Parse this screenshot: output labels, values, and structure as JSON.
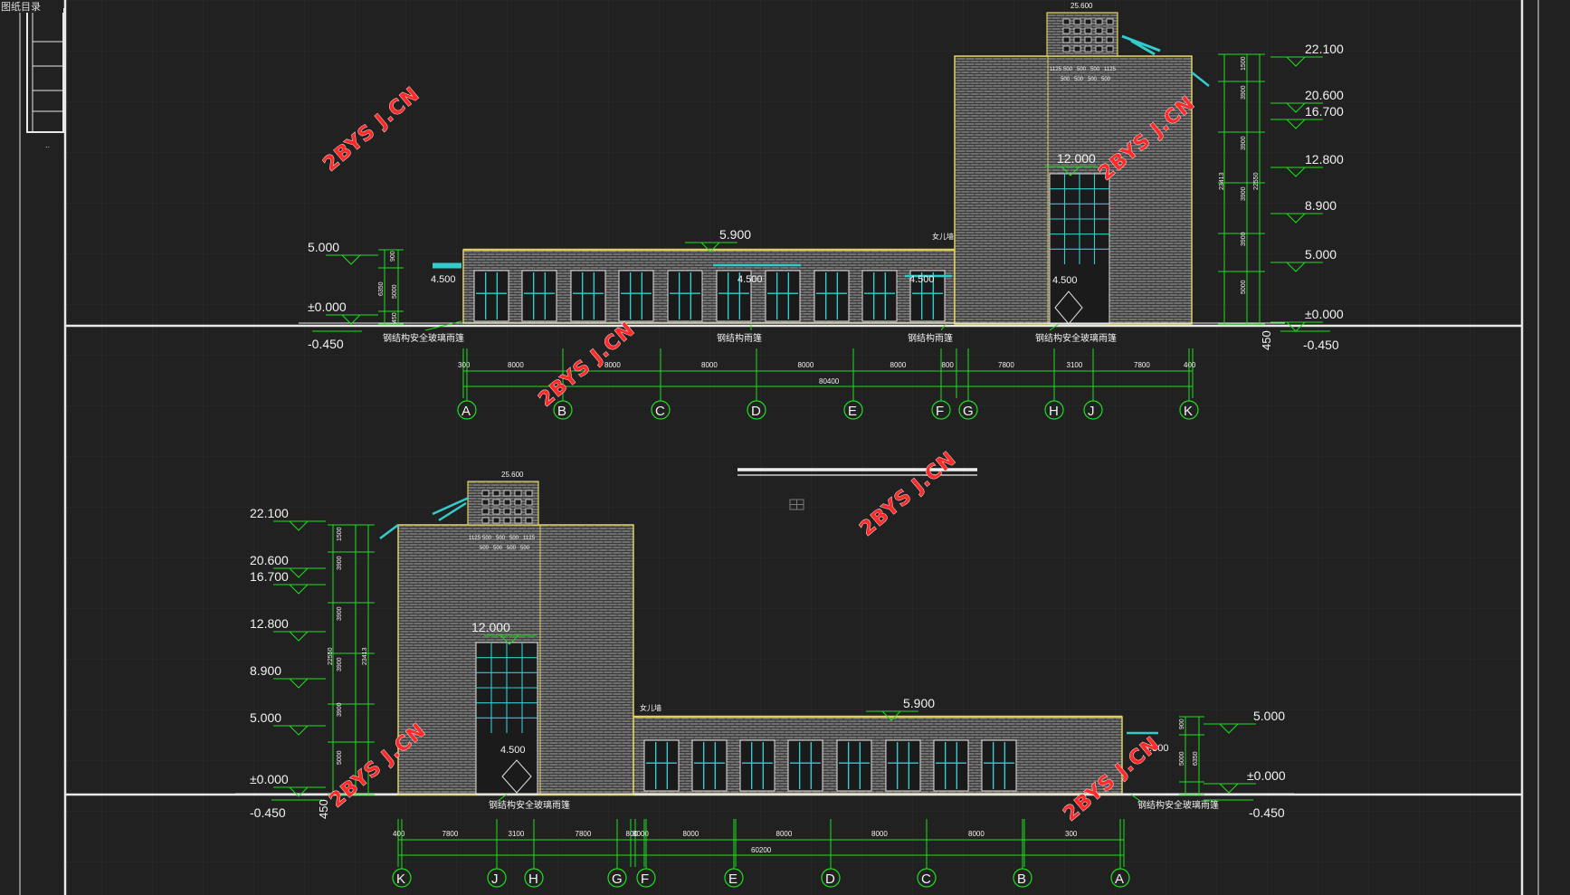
{
  "title_block_text": "图纸目录",
  "watermark": "2BYS J.CN",
  "colors": {
    "background": "#212121",
    "grid": "#2e2e2e",
    "frame": "#e8e8e8",
    "dimension": "#1ee01e",
    "level_text": "#f2f2f2",
    "wall_fill": "#777777",
    "wall_edge": "#e0d060",
    "glazing": "#33cccc",
    "watermark": "#ff2a2a"
  },
  "elevation_top": {
    "levels_left": [
      "5.000",
      "±0.000",
      "-0.450"
    ],
    "levels_right": [
      "22.100",
      "20.600",
      "16.700",
      "12.800",
      "8.900",
      "5.000",
      "±0.000",
      "-0.450"
    ],
    "level_roof_low": "5.900",
    "level_tower_window": "12.000",
    "level_canopy_1": "4.500",
    "level_canopy_2": "4.500",
    "level_canopy_3": "4.500",
    "level_canopy_4": "4.500",
    "level_parapet_top": "25.600",
    "height_small": "450",
    "dim_total": "80400",
    "dim_segments": [
      "300",
      "8000",
      "8000",
      "8000",
      "8000",
      "8000",
      "800",
      "7800",
      "3100",
      "7800",
      "400"
    ],
    "vert_dims_left": [
      "900",
      "6350",
      "5000",
      "450"
    ],
    "vert_dims_right": [
      "1500",
      "3900",
      "3900",
      "3900",
      "3900",
      "5000",
      "23413",
      "22550"
    ],
    "tower_dims": [
      "1125",
      "500",
      "500",
      "500",
      "1125"
    ],
    "tower_dims_b": [
      "500",
      "500",
      "500",
      "500"
    ],
    "notes": [
      "钢结构安全玻璃雨篷",
      "钢结构雨篷",
      "钢结构雨篷",
      "钢结构安全玻璃雨篷",
      "女儿墙"
    ],
    "axes": [
      "A",
      "B",
      "C",
      "D",
      "E",
      "F",
      "G",
      "H",
      "J",
      "K"
    ]
  },
  "elevation_bottom": {
    "levels_left": [
      "22.100",
      "20.600",
      "16.700",
      "12.800",
      "8.900",
      "5.000",
      "±0.000",
      "-0.450"
    ],
    "levels_right": [
      "5.000",
      "±0.000",
      "-0.450"
    ],
    "level_roof_low": "5.900",
    "level_tower_window": "12.000",
    "level_canopy_1": "4.500",
    "level_canopy_2": "4.500",
    "level_parapet_top": "25.600",
    "height_small": "450",
    "dim_total": "60200",
    "dim_segments": [
      "400",
      "7800",
      "3100",
      "7800",
      "800",
      "8000",
      "8000",
      "8000",
      "8000",
      "8000",
      "300"
    ],
    "vert_dims_left": [
      "1500",
      "3900",
      "3900",
      "3900",
      "3900",
      "5000",
      "22550",
      "23413"
    ],
    "vert_dims_right": [
      "900",
      "5000",
      "6350"
    ],
    "tower_dims": [
      "1125",
      "500",
      "500",
      "500",
      "1125"
    ],
    "tower_dims_b": [
      "500",
      "500",
      "500",
      "500"
    ],
    "notes": [
      "钢结构安全玻璃雨篷",
      "钢结构安全玻璃雨篷",
      "女儿墙"
    ],
    "axes": [
      "K",
      "J",
      "H",
      "G",
      "F",
      "E",
      "D",
      "C",
      "B",
      "A"
    ]
  }
}
